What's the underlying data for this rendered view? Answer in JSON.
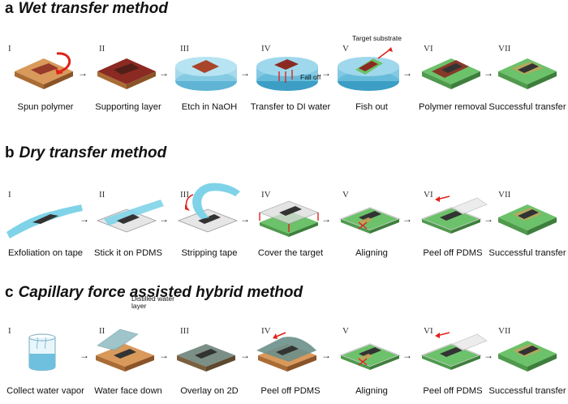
{
  "sections": {
    "a": {
      "letter": "a",
      "title": "Wet transfer method",
      "notes": {
        "target_substrate": "Target substrate",
        "fall_off": "Fall off"
      },
      "steps": [
        {
          "numeral": "I",
          "caption": "Spun polymer"
        },
        {
          "numeral": "II",
          "caption": "Supporting layer"
        },
        {
          "numeral": "III",
          "caption": "Etch in NaOH"
        },
        {
          "numeral": "IV",
          "caption": "Transfer to DI water"
        },
        {
          "numeral": "V",
          "caption": "Fish out"
        },
        {
          "numeral": "VI",
          "caption": "Polymer removal"
        },
        {
          "numeral": "VII",
          "caption": "Successful transfer"
        }
      ]
    },
    "b": {
      "letter": "b",
      "title": "Dry transfer method",
      "steps": [
        {
          "numeral": "I",
          "caption": "Exfoliation on tape"
        },
        {
          "numeral": "II",
          "caption": "Stick it on PDMS"
        },
        {
          "numeral": "III",
          "caption": "Stripping tape"
        },
        {
          "numeral": "IV",
          "caption": "Cover the target"
        },
        {
          "numeral": "V",
          "caption": "Aligning"
        },
        {
          "numeral": "VI",
          "caption": "Peel off PDMS"
        },
        {
          "numeral": "VII",
          "caption": "Successful transfer"
        }
      ]
    },
    "c": {
      "letter": "c",
      "title": "Capillary force assisted hybrid method",
      "notes": {
        "distilled_water": "Distilled water layer"
      },
      "steps": [
        {
          "numeral": "I",
          "caption": "Collect water vapor"
        },
        {
          "numeral": "II",
          "caption": "Water face down"
        },
        {
          "numeral": "III",
          "caption": "Overlay on 2D"
        },
        {
          "numeral": "IV",
          "caption": "Peel off PDMS"
        },
        {
          "numeral": "V",
          "caption": "Aligning"
        },
        {
          "numeral": "VI",
          "caption": "Peel off PDMS"
        },
        {
          "numeral": "VII",
          "caption": "Successful transfer"
        }
      ]
    }
  },
  "colors": {
    "substrate_brown": "#c9894a",
    "polymer_red": "#8b2a22",
    "water_blue": "#8fd0e6",
    "target_green": "#6cc26a",
    "flake_dark": "#3a3a3a",
    "tape_blue": "#7fd3e8",
    "arrow_red": "#e0211b"
  }
}
